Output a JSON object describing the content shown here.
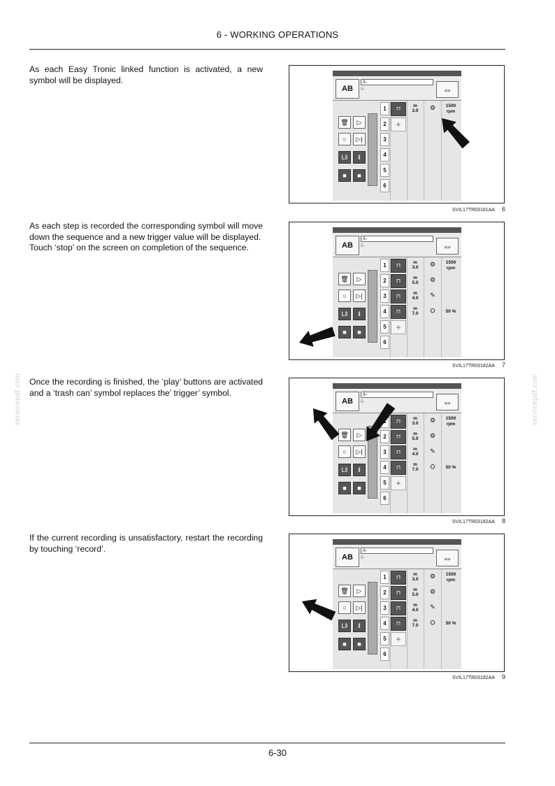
{
  "header": {
    "title": "6 - WORKING OPERATIONS"
  },
  "footer": {
    "page": "6-30"
  },
  "watermark": "servicepdf.com",
  "sections": [
    {
      "text": [
        "As each Easy Tronic linked function is activated, a new symbol will be displayed."
      ],
      "caption_code": "SVIL17TR03181AA",
      "caption_num": "6"
    },
    {
      "text": [
        "As each step is recorded the corresponding symbol will move down the sequence and a new trigger value will be displayed.",
        "Touch ‘stop’ on the screen on completion of the sequence."
      ],
      "caption_code": "SVIL17TR03182AA",
      "caption_num": "7"
    },
    {
      "text": [
        "Once the recording is finished, the ‘play’ buttons are activated and a ‘trash can’ symbol replaces the’ trigger’ symbol."
      ],
      "caption_code": "SVIL17TR03182AA",
      "caption_num": "8"
    },
    {
      "text": [
        "If the current recording is unsatisfactory, restart the recording by touching ‘record’."
      ],
      "caption_code": "SVIL17TR03182AA",
      "caption_num": "9"
    }
  ],
  "screen": {
    "field_a": "A-",
    "field_b": "B-",
    "ab_label": "AB",
    "arrow_label": "⇔",
    "steps": [
      "1",
      "2",
      "3",
      "4",
      "5",
      "6"
    ],
    "m_label": "m",
    "distances": [
      "3.0",
      "5.0",
      "4.0",
      "7.0"
    ],
    "rpm_value": "1500",
    "rpm_unit": "rpm",
    "percent": "50 %"
  },
  "icons": {
    "trash": "trash-icon",
    "play": "play-icon",
    "record": "record-icon",
    "step_play": "step-play-icon",
    "pause": "pause-icon",
    "stop": "stop-icon",
    "hitch": "hitch-icon",
    "pto": "pto-icon",
    "valve": "valve-icon",
    "add": "add-icon"
  },
  "figures": [
    {
      "steps_recorded": 1
    },
    {
      "steps_recorded": 4
    },
    {
      "steps_recorded": 4
    },
    {
      "steps_recorded": 4
    }
  ]
}
